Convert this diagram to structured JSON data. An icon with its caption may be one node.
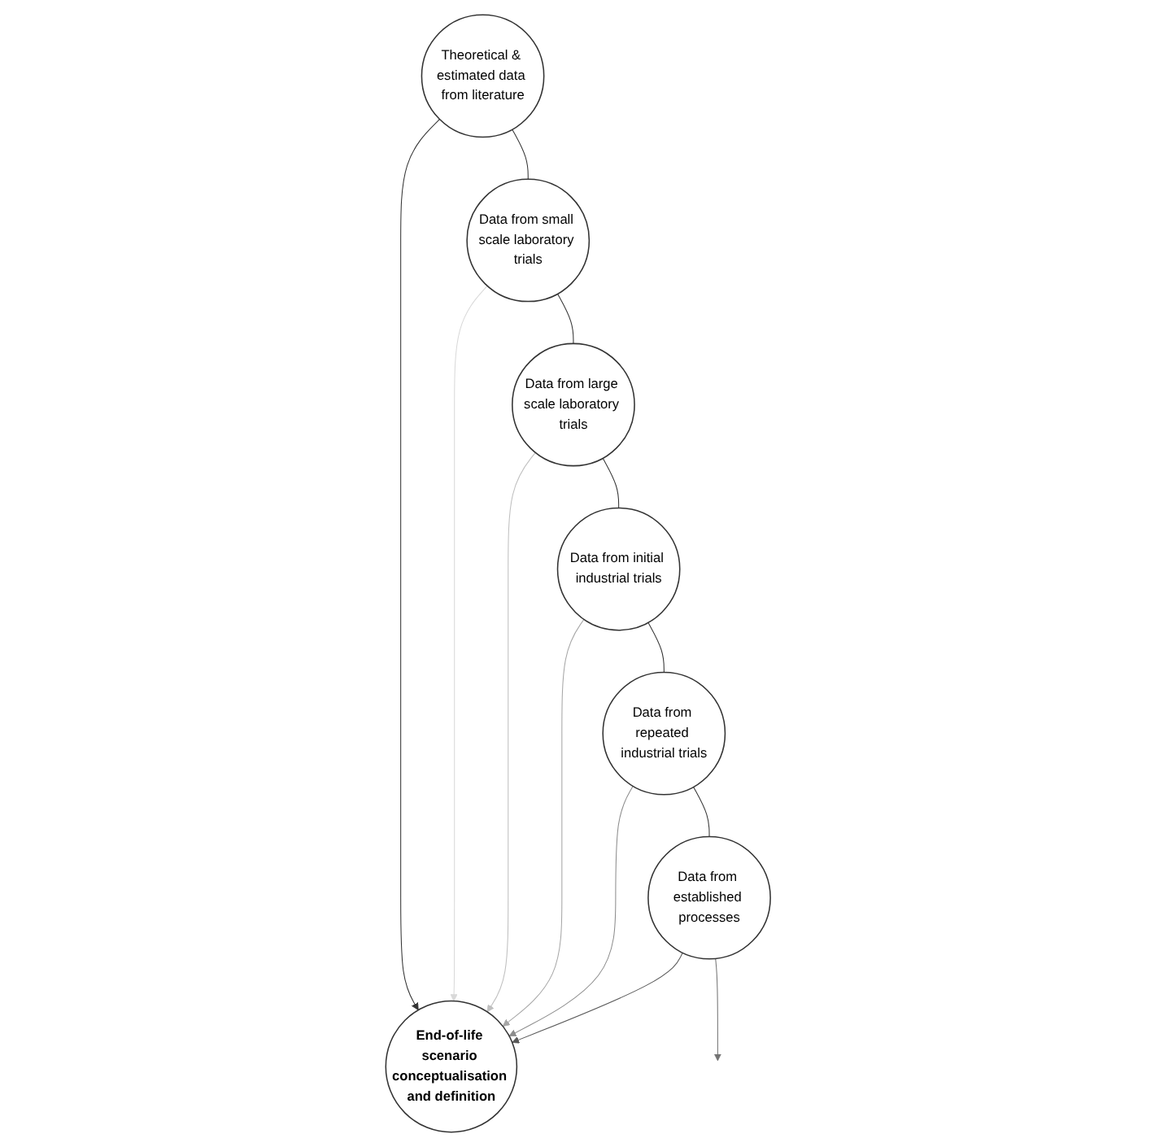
{
  "diagram": {
    "nodes": [
      {
        "text": [
          "Theoretical & estimated data from literature"
        ]
      },
      {
        "text": [
          "Data from small scale laboratory trials"
        ]
      },
      {
        "text": [
          "Data from large scale laboratory trials"
        ]
      },
      {
        "text": [
          "Data from initial industrial trials"
        ]
      },
      {
        "text": [
          "Data from repeated industrial trials"
        ]
      },
      {
        "text": [
          "Data from established processes"
        ]
      },
      {
        "text": [
          "End-of-life scenario conceptualisation and definition"
        ]
      }
    ],
    "edges": [
      {
        "from": 0,
        "to": 6,
        "arrow": "to"
      },
      {
        "from": 1,
        "to": 6,
        "arrow": "to",
        "color": "#d9d9d9"
      },
      {
        "from": 2,
        "to": 6,
        "arrow": "to",
        "color": "#bfbfbf"
      },
      {
        "from": 3,
        "to": 6,
        "arrow": "to",
        "color": "#a6a6a6"
      },
      {
        "from": 4,
        "to": 6,
        "arrow": "to",
        "color": "#8c8c8c"
      },
      {
        "from": 5,
        "to": 6,
        "arrow": "to",
        "color": "#595959"
      },
      {
        "from": 0,
        "to": 1,
        "arrow": "none"
      },
      {
        "from": 1,
        "to": 2,
        "arrow": "none"
      },
      {
        "from": 2,
        "to": 3,
        "arrow": "none"
      },
      {
        "from": 3,
        "to": 4,
        "arrow": "none"
      },
      {
        "from": 4,
        "to": 5,
        "arrow": "none"
      },
      {
        "from": 5,
        "to": null,
        "arrow": "to",
        "color": "#737373"
      }
    ]
  }
}
